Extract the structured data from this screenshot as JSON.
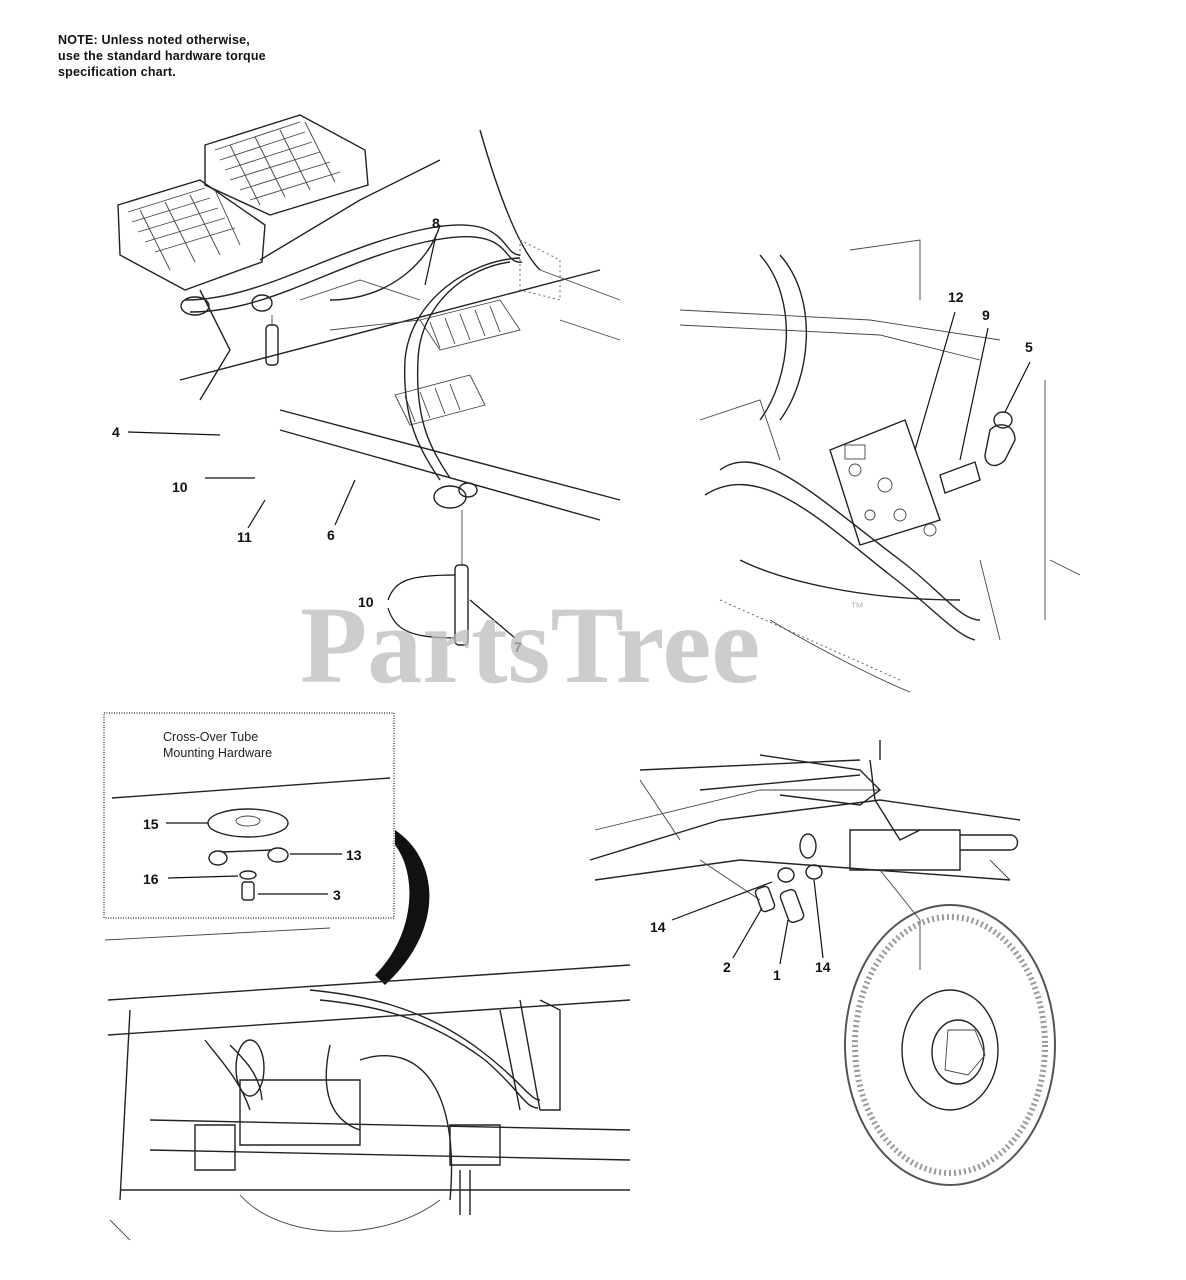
{
  "note": {
    "line1": "NOTE: Unless noted otherwise,",
    "line2": "use the standard hardware torque",
    "line3": "specification chart."
  },
  "inset": {
    "title_line1": "Cross-Over Tube",
    "title_line2": "Mounting Hardware"
  },
  "callouts": {
    "top_left": [
      "8",
      "4",
      "10",
      "11",
      "6",
      "10",
      "7"
    ],
    "top_right": [
      "12",
      "9",
      "5"
    ],
    "inset": [
      "15",
      "13",
      "16",
      "3"
    ],
    "bottom_right": [
      "14",
      "2",
      "1",
      "14"
    ]
  },
  "watermark": {
    "text": "PartsTree",
    "mark": "™"
  }
}
